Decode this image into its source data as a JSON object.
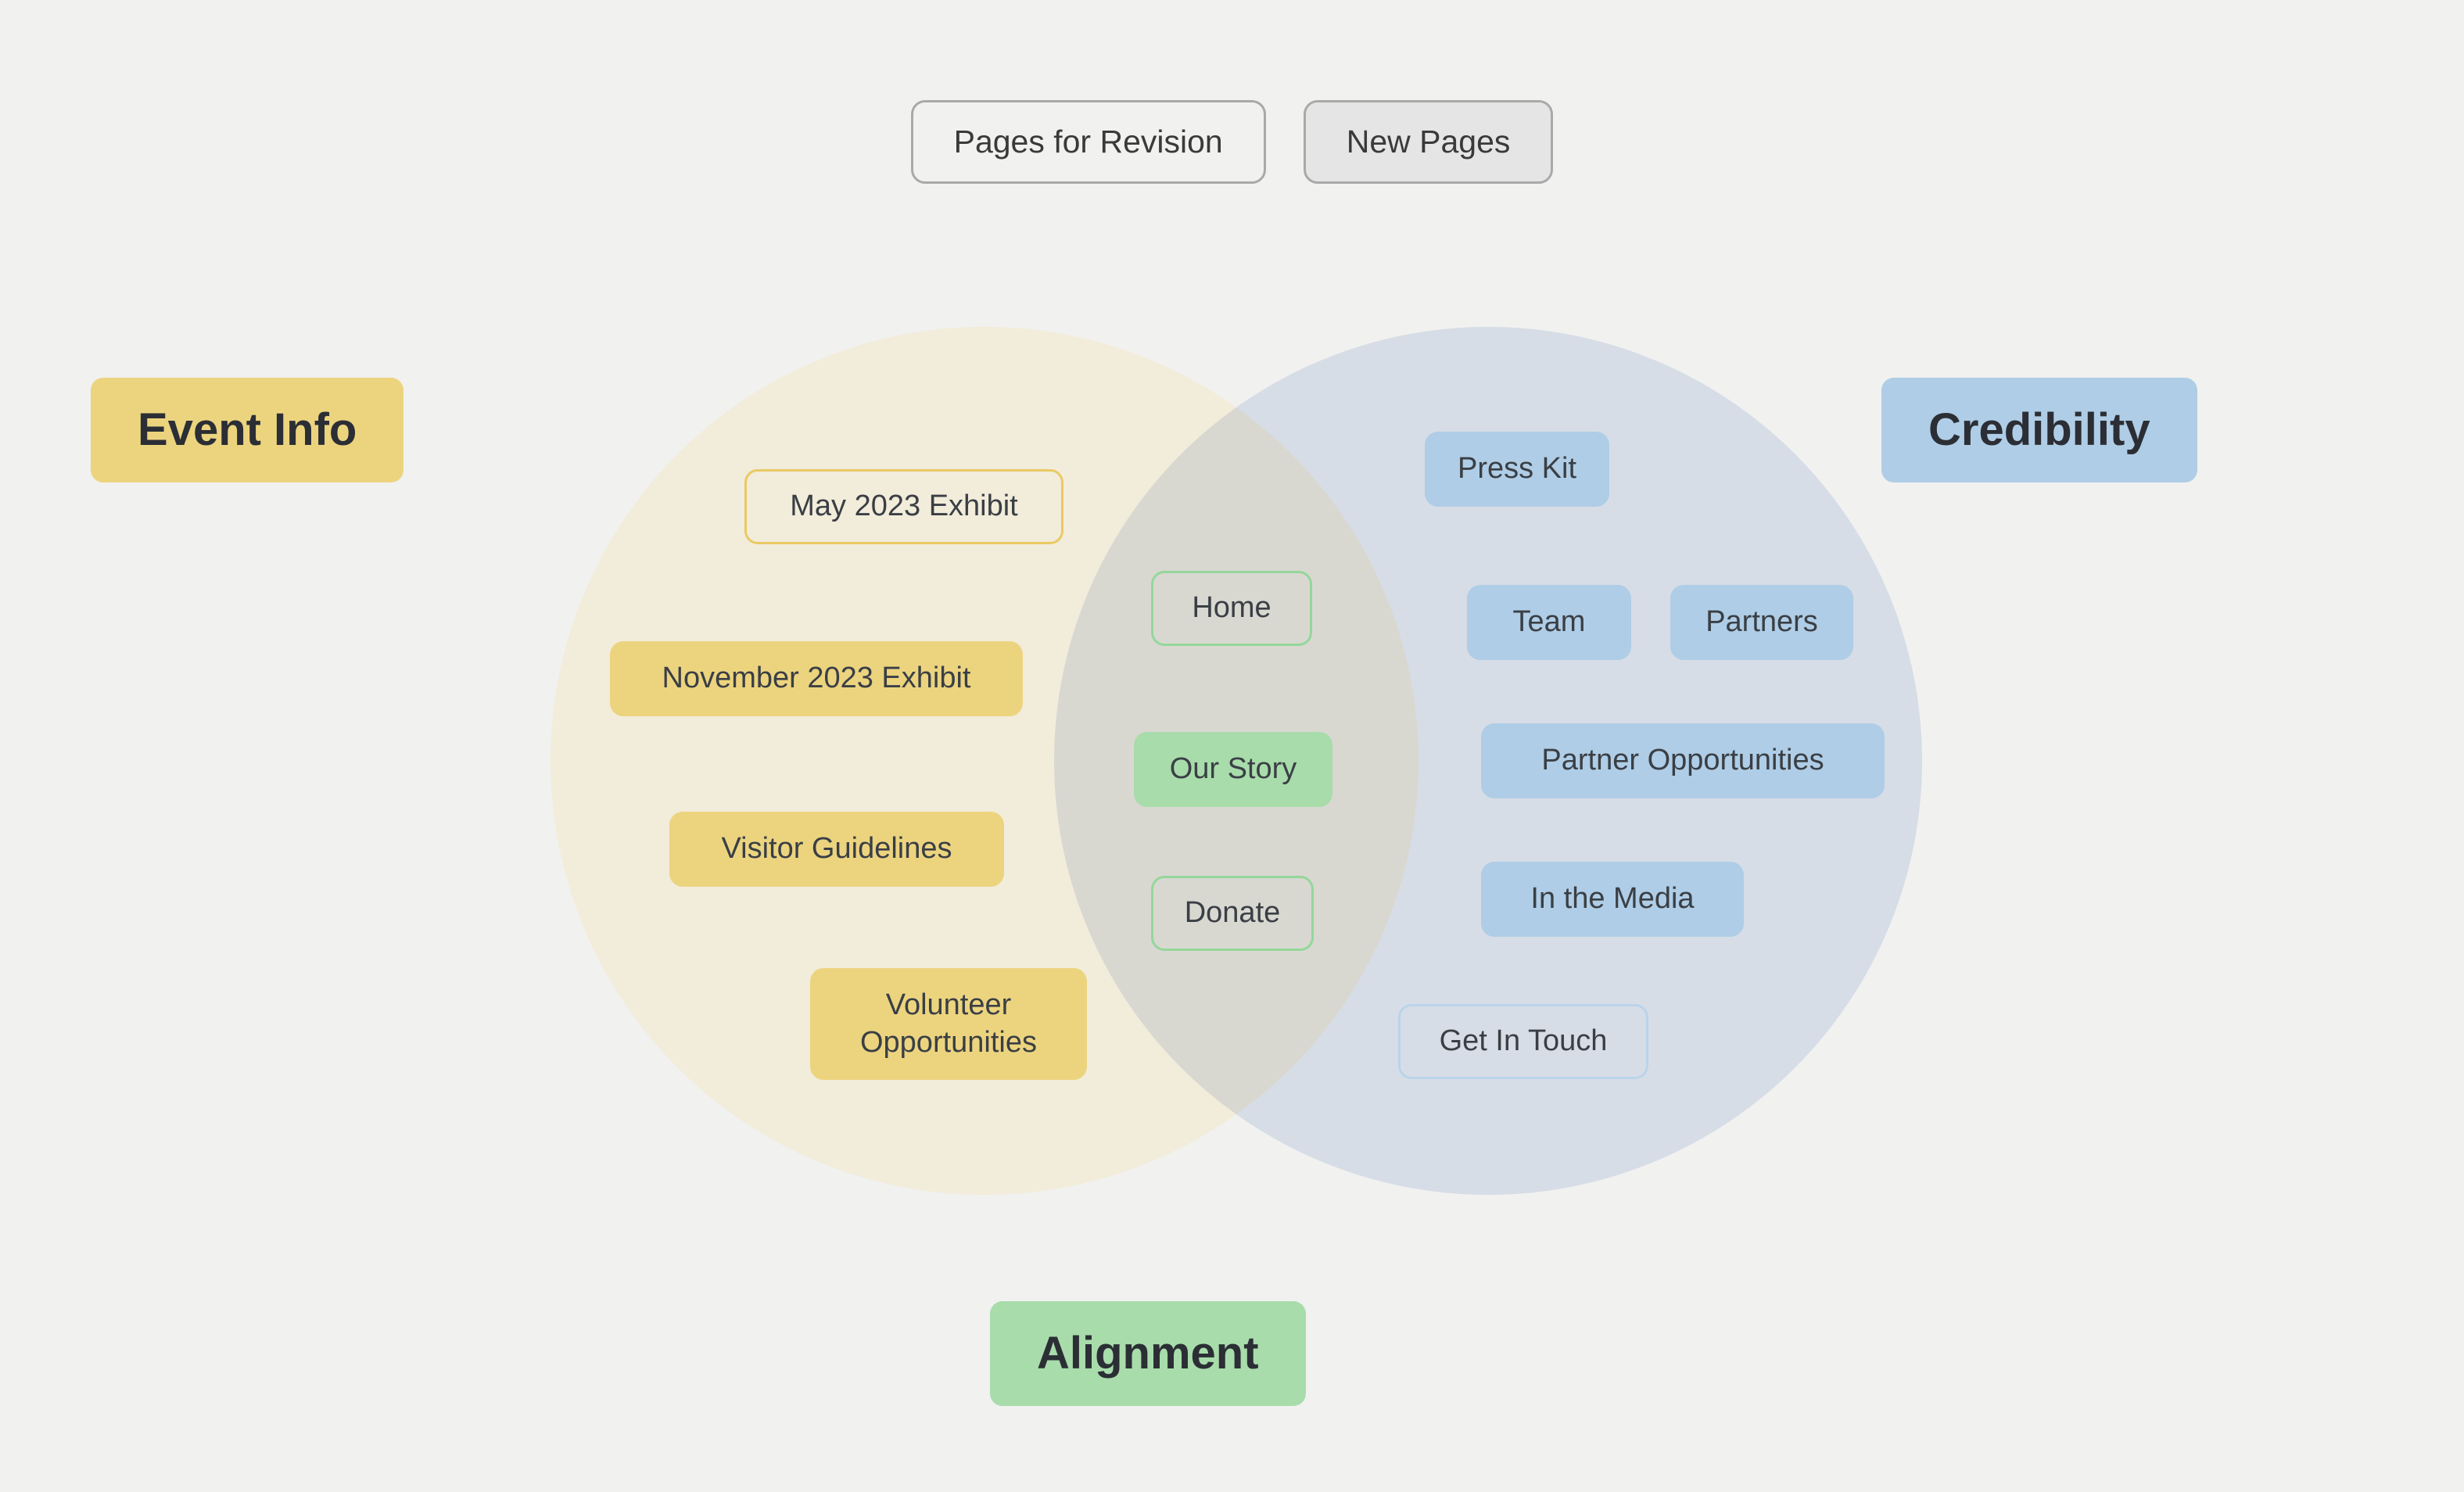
{
  "legend": {
    "items": [
      {
        "label": "Pages for Revision",
        "style": "outline"
      },
      {
        "label": "New Pages",
        "style": "solid"
      }
    ]
  },
  "diagram": {
    "type": "venn",
    "categories": [
      {
        "id": "event-info",
        "label": "Event Info",
        "color": "#ecd47f",
        "position": "left"
      },
      {
        "id": "credibility",
        "label": "Credibility",
        "color": "#afcde6",
        "position": "right"
      },
      {
        "id": "alignment",
        "label": "Alignment",
        "color": "#a8dcab",
        "position": "bottom-overlap"
      }
    ],
    "circles": {
      "left": {
        "fill": "#f2ecda"
      },
      "right": {
        "fill": "#e4eaf5"
      },
      "overlap": {
        "fill": "#e3e6dc"
      }
    },
    "sets": {
      "event_info_only": [
        {
          "label": "May 2023 Exhibit",
          "status": "new"
        },
        {
          "label": "November 2023 Exhibit",
          "status": "revision"
        },
        {
          "label": "Visitor Guidelines",
          "status": "revision"
        },
        {
          "label": "Volunteer Opportunities",
          "status": "revision"
        }
      ],
      "overlap": [
        {
          "label": "Home",
          "status": "new"
        },
        {
          "label": "Our Story",
          "status": "revision"
        },
        {
          "label": "Donate",
          "status": "new"
        }
      ],
      "credibility_only": [
        {
          "label": "Press Kit",
          "status": "revision"
        },
        {
          "label": "Team",
          "status": "revision"
        },
        {
          "label": "Partners",
          "status": "revision"
        },
        {
          "label": "Partner Opportunities",
          "status": "revision"
        },
        {
          "label": "In the Media",
          "status": "revision"
        },
        {
          "label": "Get In Touch",
          "status": "new"
        }
      ]
    }
  }
}
